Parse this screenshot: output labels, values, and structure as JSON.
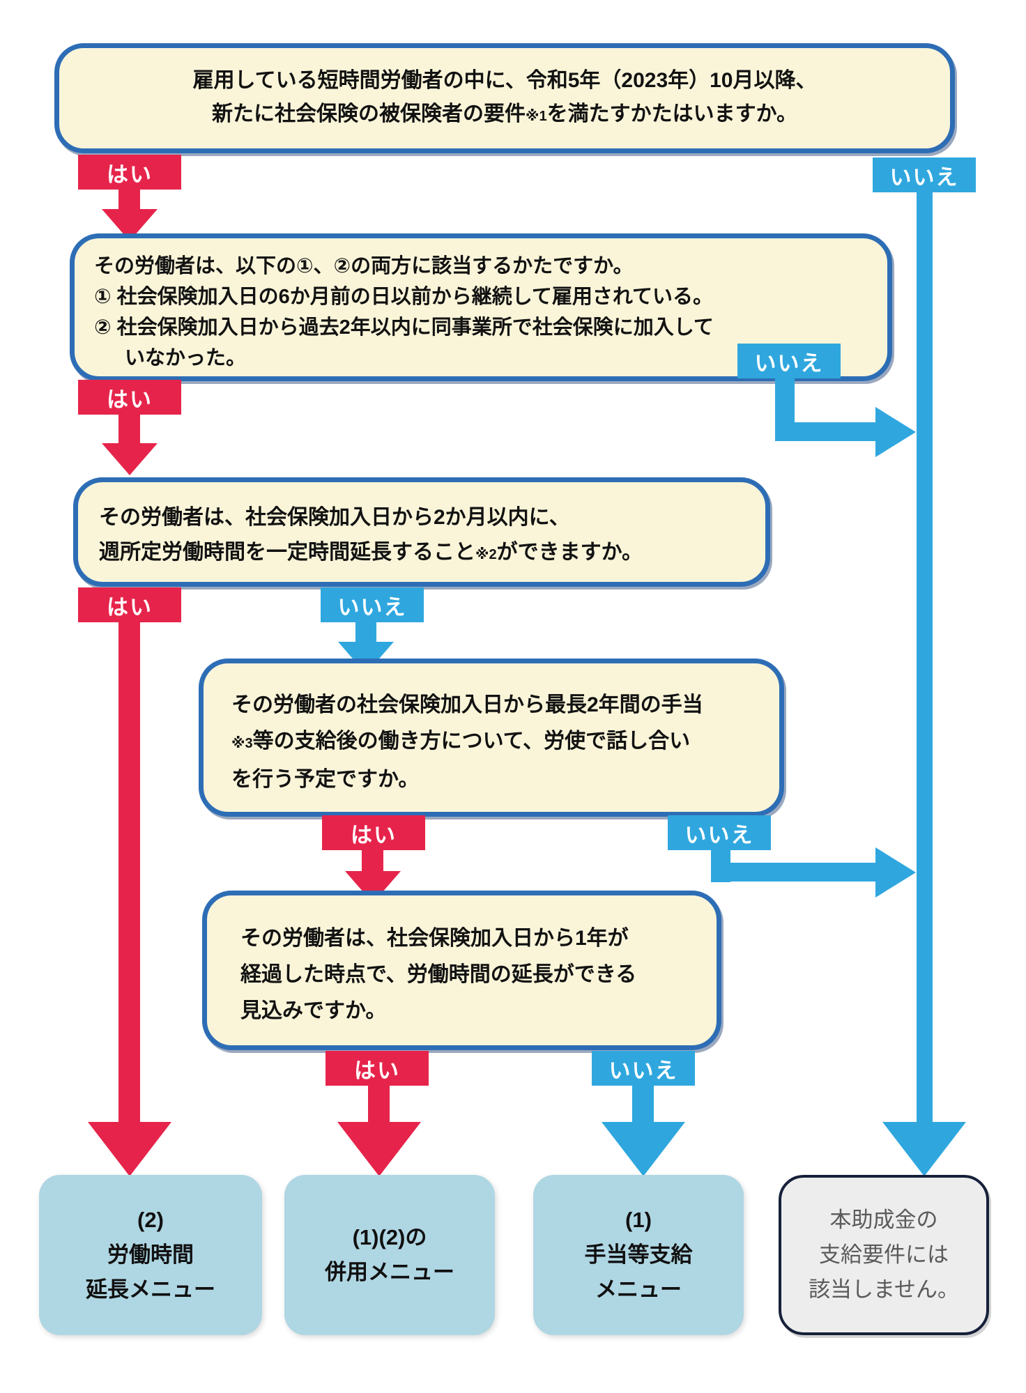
{
  "labels": {
    "yes": "はい",
    "no": "いいえ"
  },
  "q1": {
    "line1": "雇用している短時間労働者の中に、令和5年（2023年）10月以降、",
    "line2_pre": "新たに社会保険の被保険者の要件",
    "line2_note": "※1",
    "line2_post": "を満たすかたはいますか。"
  },
  "q2": {
    "line1_pre": "その労働者は、以下の①、②の",
    "line1_bold": "両方に",
    "line1_post": "該当するかたですか。",
    "item1": "① 社会保険加入日の6か月前の日以前から継続して雇用されている。",
    "item2": "② 社会保険加入日から過去2年以内に同事業所で社会保険に加入して",
    "item2_cont": "いなかった。"
  },
  "q3": {
    "line1": "その労働者は、社会保険加入日から2か月以内に、",
    "line2_pre": "週所定労働時間を一定時間延長すること",
    "line2_note": "※2",
    "line2_post": "ができますか。"
  },
  "q4": {
    "line1": "その労働者の社会保険加入日から最長2年間の手当",
    "line2_note": "※3",
    "line2_post": "等の支給後の働き方について、労使で話し合い",
    "line3": "を行う予定ですか。"
  },
  "q5": {
    "line1": "その労働者は、社会保険加入日から1年が",
    "line2": "経過した時点で、労働時間の延長ができる",
    "line3": "見込みですか。"
  },
  "results": {
    "extension": {
      "line1": "(2)",
      "line2": "労働時間",
      "line3": "延長メニュー"
    },
    "combined": {
      "line1": "(1)(2)の",
      "line2": "併用メニュー"
    },
    "allowance": {
      "line1": "(1)",
      "line2": "手当等支給",
      "line3": "メニュー"
    },
    "not_eligible": {
      "line1": "本助成金の",
      "line2": "支給要件には",
      "line3": "該当しません。"
    }
  },
  "colors": {
    "yes_red": "#E6244B",
    "no_blue": "#2FA7DE",
    "question_fill": "#FAF5D9",
    "question_border": "#2D6DB5",
    "result_fill": "#AFD6E3",
    "not_eligible_fill": "#EDEDED",
    "not_eligible_border": "#16203A"
  }
}
